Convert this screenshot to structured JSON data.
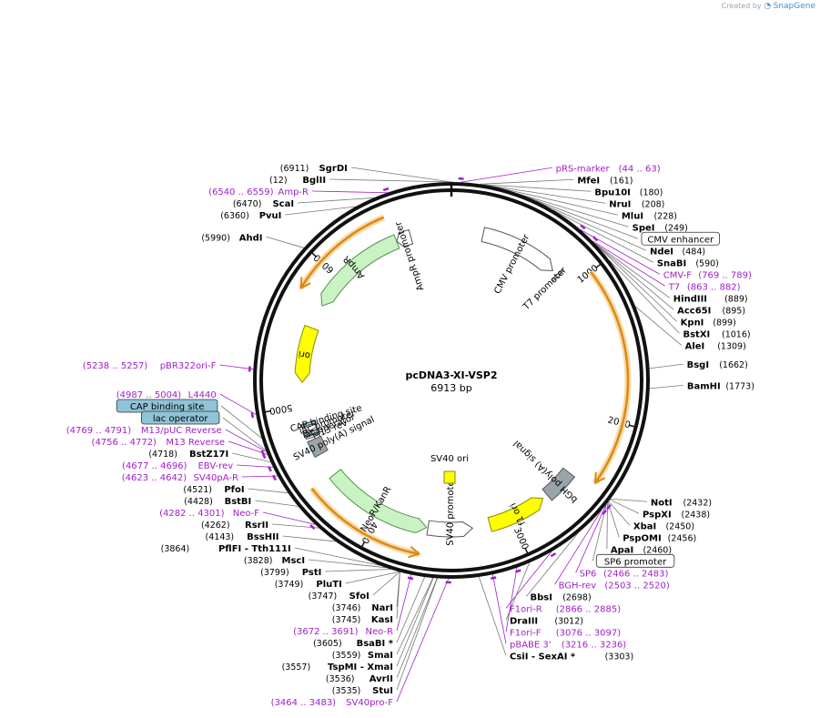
{
  "credit": {
    "prefix": "Created by",
    "brand": "SnapGene"
  },
  "plasmid": {
    "name": "pcDNA3-XI-VSP2",
    "size_label": "6913 bp",
    "length": 6913
  },
  "ticks": [
    "1000",
    "2000",
    "3000",
    "4000",
    "5000",
    "6000"
  ],
  "features": [
    {
      "name": "AmpR",
      "label": "AmpR",
      "kind": "gene",
      "start": 5760,
      "end": 6500,
      "dir": -1,
      "fill": "#c9f3c3",
      "stroke": "#5a8f55"
    },
    {
      "name": "AmpR promoter",
      "label": "AmpR promoter",
      "kind": "promoter",
      "start": 6500,
      "end": 6610,
      "dir": -1,
      "fill": "#ffffff",
      "stroke": "#555555"
    },
    {
      "name": "ori",
      "label": "ori",
      "kind": "ori",
      "start": 5170,
      "end": 5580,
      "dir": -1,
      "fill": "#ffff00",
      "stroke": "#8a8a00"
    },
    {
      "name": "CMV promoter",
      "label": "CMV promoter",
      "kind": "promoter",
      "start": 235,
      "end": 820,
      "dir": 1,
      "fill": "#ffffff",
      "stroke": "#555555"
    },
    {
      "name": "T7 promoter",
      "label": "T7 promoter",
      "kind": "promoter",
      "start": 863,
      "end": 882,
      "dir": 1,
      "fill": "#ffffff",
      "stroke": "#555555"
    },
    {
      "name": "bGH poly(A) signal",
      "label": "bGH poly(A) signal",
      "kind": "terminator",
      "start": 2460,
      "end": 2690,
      "dir": 0,
      "fill": "#9aa4ab",
      "stroke": "#555555"
    },
    {
      "name": "f1 ori",
      "label": "f1 ori",
      "kind": "ori",
      "start": 2730,
      "end": 3170,
      "dir": -1,
      "fill": "#ffff00",
      "stroke": "#8a8a00"
    },
    {
      "name": "SV40 promoter",
      "label": "SV40 promoter",
      "kind": "promoter",
      "start": 3300,
      "end": 3630,
      "dir": -1,
      "fill": "#ffffff",
      "stroke": "#555555"
    },
    {
      "name": "NeoR/KanR",
      "label": "NeoR/KanR",
      "kind": "gene",
      "start": 3640,
      "end": 4440,
      "dir": -1,
      "fill": "#c9f3c3",
      "stroke": "#5a8f55"
    },
    {
      "name": "SV40 poly(A) signal",
      "label": "SV40 poly(A) signal",
      "kind": "terminator",
      "start": 4620,
      "end": 4740,
      "dir": 0,
      "fill": "#9aa4ab",
      "stroke": "#555555"
    },
    {
      "name": "M13 rev",
      "label": "M13 rev",
      "kind": "primer_site",
      "start": 4756,
      "end": 4772,
      "dir": -1,
      "fill": "#ffffff",
      "stroke": "#555555"
    },
    {
      "name": "lac operator",
      "label": "lac operator",
      "kind": "misc",
      "start": 4780,
      "end": 4800,
      "dir": 0,
      "fill": "#8fc4d6",
      "stroke": "#333333"
    },
    {
      "name": "lac promoter",
      "label": "lac promoter",
      "kind": "promoter",
      "start": 4810,
      "end": 4840,
      "dir": -1,
      "fill": "#ffffff",
      "stroke": "#555555"
    },
    {
      "name": "CAP binding site",
      "label": "CAP binding site",
      "kind": "misc",
      "start": 4850,
      "end": 4870,
      "dir": 0,
      "fill": "#8fc4d6",
      "stroke": "#333333"
    },
    {
      "name": "SV40 ori",
      "label": "SV40 ori",
      "kind": "ori",
      "start": 0,
      "end": 0,
      "dir": 0,
      "fill": "#ffff00",
      "stroke": "#8a8a00"
    }
  ],
  "orange_bands": [
    {
      "name": "band-1",
      "start": 1000,
      "end": 2410,
      "dir": 1
    },
    {
      "name": "band-2",
      "start": 3660,
      "end": 4460,
      "dir": -1
    },
    {
      "name": "band-3",
      "start": 5790,
      "end": 6480,
      "dir": -1
    }
  ],
  "labels": [
    {
      "name": "BglII",
      "pos": "(12)",
      "kind": "enzyme",
      "bp": 12,
      "side": "L"
    },
    {
      "name": "SgrDI",
      "pos": "(6911)",
      "kind": "enzyme",
      "bp": 6911,
      "side": "L"
    },
    {
      "name": "pRS-marker",
      "pos": "(44 .. 63)",
      "kind": "primer",
      "bp": 53,
      "side": "R"
    },
    {
      "name": "Amp-R",
      "pos": "(6540 .. 6559)",
      "kind": "primer",
      "bp": 6550,
      "side": "L"
    },
    {
      "name": "MfeI",
      "pos": "(161)",
      "kind": "enzyme",
      "bp": 161,
      "side": "R"
    },
    {
      "name": "Bpu10I",
      "pos": "(180)",
      "kind": "enzyme",
      "bp": 180,
      "side": "R"
    },
    {
      "name": "ScaI",
      "pos": "(6470)",
      "kind": "enzyme",
      "bp": 6470,
      "side": "L"
    },
    {
      "name": "NruI",
      "pos": "(208)",
      "kind": "enzyme",
      "bp": 208,
      "side": "R"
    },
    {
      "name": "PvuI",
      "pos": "(6360)",
      "kind": "enzyme",
      "bp": 6360,
      "side": "L"
    },
    {
      "name": "MluI",
      "pos": "(228)",
      "kind": "enzyme",
      "bp": 228,
      "side": "R"
    },
    {
      "name": "SpeI",
      "pos": "(249)",
      "kind": "enzyme",
      "bp": 249,
      "side": "R"
    },
    {
      "name": "CMV enhancer",
      "pos": "",
      "kind": "feature",
      "bp": 420,
      "side": "R"
    },
    {
      "name": "NdeI",
      "pos": "(484)",
      "kind": "enzyme",
      "bp": 484,
      "side": "R"
    },
    {
      "name": "SnaBI",
      "pos": "(590)",
      "kind": "enzyme",
      "bp": 590,
      "side": "R"
    },
    {
      "name": "AhdI",
      "pos": "(5990)",
      "kind": "enzyme",
      "bp": 5990,
      "side": "L"
    },
    {
      "name": "CMV-F",
      "pos": "(769 .. 789)",
      "kind": "primer",
      "bp": 779,
      "side": "R"
    },
    {
      "name": "T7",
      "pos": "(863 .. 882)",
      "kind": "primer",
      "bp": 872,
      "side": "R"
    },
    {
      "name": "HindIII",
      "pos": "(889)",
      "kind": "enzyme",
      "bp": 889,
      "side": "R"
    },
    {
      "name": "Acc65I",
      "pos": "(895)",
      "kind": "enzyme",
      "bp": 895,
      "side": "R"
    },
    {
      "name": "KpnI",
      "pos": "(899)",
      "kind": "enzyme",
      "bp": 899,
      "side": "R"
    },
    {
      "name": "BstXI",
      "pos": "(1016)",
      "kind": "enzyme",
      "bp": 1016,
      "side": "R"
    },
    {
      "name": "AleI",
      "pos": "(1309)",
      "kind": "enzyme",
      "bp": 1309,
      "side": "R"
    },
    {
      "name": "pBR322ori-F",
      "pos": "(5238 .. 5257)",
      "kind": "primer",
      "bp": 5247,
      "side": "L"
    },
    {
      "name": "L4440",
      "pos": "(4987 .. 5004)",
      "kind": "primer",
      "bp": 4995,
      "side": "L"
    },
    {
      "name": "CAP binding site",
      "pos": "",
      "kind": "feature",
      "bp": 4860,
      "side": "L"
    },
    {
      "name": "M13/pUC Reverse",
      "pos": "(4769 .. 4791)",
      "kind": "primer",
      "bp": 4780,
      "side": "L"
    },
    {
      "name": "lac operator",
      "pos": "",
      "kind": "feature",
      "bp": 4790,
      "side": "L"
    },
    {
      "name": "BsgI",
      "pos": "(1662)",
      "kind": "enzyme",
      "bp": 1662,
      "side": "R"
    },
    {
      "name": "BamHI",
      "pos": "(1773)",
      "kind": "enzyme",
      "bp": 1773,
      "side": "R"
    },
    {
      "name": "M13 Reverse",
      "pos": "(4756 .. 4772)",
      "kind": "primer",
      "bp": 4764,
      "side": "L"
    },
    {
      "name": "BstZ17I",
      "pos": "(4718)",
      "kind": "enzyme",
      "bp": 4718,
      "side": "L"
    },
    {
      "name": "EBV-rev",
      "pos": "(4677 .. 4696)",
      "kind": "primer",
      "bp": 4686,
      "side": "L"
    },
    {
      "name": "SV40pA-R",
      "pos": "(4623 .. 4642)",
      "kind": "primer",
      "bp": 4632,
      "side": "L"
    },
    {
      "name": "PfoI",
      "pos": "(4521)",
      "kind": "enzyme",
      "bp": 4521,
      "side": "L"
    },
    {
      "name": "BstBI",
      "pos": "(4428)",
      "kind": "enzyme",
      "bp": 4428,
      "side": "L"
    },
    {
      "name": "Neo-F",
      "pos": "(4282 .. 4301)",
      "kind": "primer",
      "bp": 4291,
      "side": "L"
    },
    {
      "name": "RsrII",
      "pos": "(4262)",
      "kind": "enzyme",
      "bp": 4262,
      "side": "L"
    },
    {
      "name": "BssHII",
      "pos": "(4143)",
      "kind": "enzyme",
      "bp": 4143,
      "side": "L"
    },
    {
      "name": "PflFI - Tth111I",
      "pos": "(3864)",
      "kind": "enzyme",
      "bp": 3864,
      "side": "L"
    },
    {
      "name": "MscI",
      "pos": "(3828)",
      "kind": "enzyme",
      "bp": 3828,
      "side": "L"
    },
    {
      "name": "PstI",
      "pos": "(3799)",
      "kind": "enzyme",
      "bp": 3799,
      "side": "L"
    },
    {
      "name": "PluTI",
      "pos": "(3749)",
      "kind": "enzyme",
      "bp": 3749,
      "side": "L"
    },
    {
      "name": "SfoI",
      "pos": "(3747)",
      "kind": "enzyme",
      "bp": 3747,
      "side": "L"
    },
    {
      "name": "NarI",
      "pos": "(3746)",
      "kind": "enzyme",
      "bp": 3746,
      "side": "L"
    },
    {
      "name": "KasI",
      "pos": "(3745)",
      "kind": "enzyme",
      "bp": 3745,
      "side": "L"
    },
    {
      "name": "Neo-R",
      "pos": "(3672 .. 3691)",
      "kind": "primer",
      "bp": 3681,
      "side": "L"
    },
    {
      "name": "BsaBI *",
      "pos": "(3605)",
      "kind": "enzyme",
      "bp": 3605,
      "side": "L"
    },
    {
      "name": "SmaI",
      "pos": "(3559)",
      "kind": "enzyme",
      "bp": 3559,
      "side": "L"
    },
    {
      "name": "TspMI - XmaI",
      "pos": "(3557)",
      "kind": "enzyme",
      "bp": 3557,
      "side": "L"
    },
    {
      "name": "AvrII",
      "pos": "(3536)",
      "kind": "enzyme",
      "bp": 3536,
      "side": "L"
    },
    {
      "name": "StuI",
      "pos": "(3535)",
      "kind": "enzyme",
      "bp": 3535,
      "side": "L"
    },
    {
      "name": "SV40pro-F",
      "pos": "(3464 .. 3483)",
      "kind": "primer",
      "bp": 3473,
      "side": "L"
    },
    {
      "name": "CsiI - SexAI *",
      "pos": "(3303)",
      "kind": "enzyme",
      "bp": 3303,
      "side": "R"
    },
    {
      "name": "pBABE 3'",
      "pos": "(3216 .. 3236)",
      "kind": "primer",
      "bp": 3226,
      "side": "R"
    },
    {
      "name": "F1ori-F",
      "pos": "(3076 .. 3097)",
      "kind": "primer",
      "bp": 3086,
      "side": "R"
    },
    {
      "name": "DraIII",
      "pos": "(3012)",
      "kind": "enzyme",
      "bp": 3012,
      "side": "R"
    },
    {
      "name": "F1ori-R",
      "pos": "(2866 .. 2885)",
      "kind": "primer",
      "bp": 2875,
      "side": "R"
    },
    {
      "name": "BbsI",
      "pos": "(2698)",
      "kind": "enzyme",
      "bp": 2698,
      "side": "R"
    },
    {
      "name": "BGH-rev",
      "pos": "(2503 .. 2520)",
      "kind": "primer",
      "bp": 2511,
      "side": "R"
    },
    {
      "name": "SP6",
      "pos": "(2466 .. 2483)",
      "kind": "primer",
      "bp": 2474,
      "side": "R"
    },
    {
      "name": "SP6 promoter",
      "pos": "",
      "kind": "feature",
      "bp": 2470,
      "side": "R"
    },
    {
      "name": "ApaI",
      "pos": "(2460)",
      "kind": "enzyme",
      "bp": 2460,
      "side": "R"
    },
    {
      "name": "PspOMI",
      "pos": "(2456)",
      "kind": "enzyme",
      "bp": 2456,
      "side": "R"
    },
    {
      "name": "XbaI",
      "pos": "(2450)",
      "kind": "enzyme",
      "bp": 2450,
      "side": "R"
    },
    {
      "name": "PspXI",
      "pos": "(2438)",
      "kind": "enzyme",
      "bp": 2438,
      "side": "R"
    },
    {
      "name": "NotI",
      "pos": "(2432)",
      "kind": "enzyme",
      "bp": 2432,
      "side": "R"
    }
  ]
}
